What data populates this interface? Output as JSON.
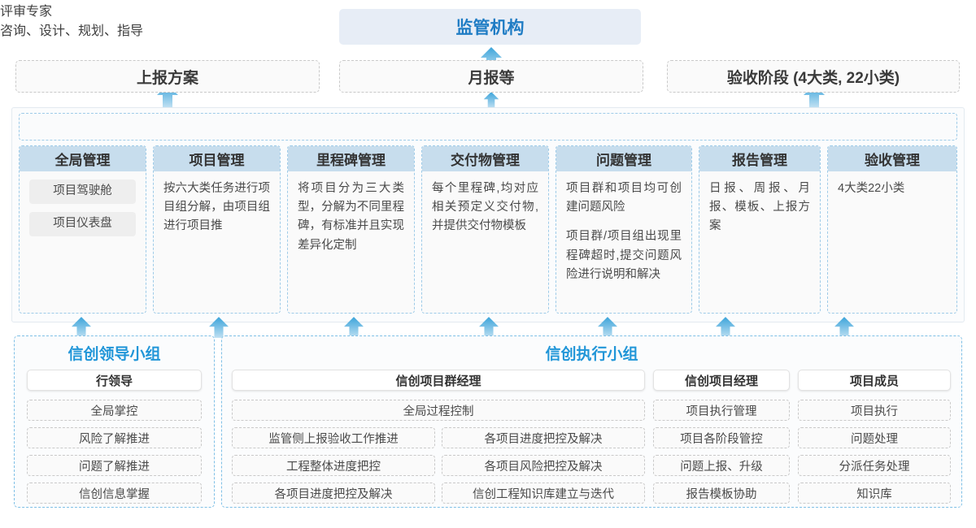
{
  "top": {
    "regulator": "监管机构",
    "channels": [
      {
        "label": "上报方案"
      },
      {
        "label": "月报等"
      },
      {
        "label": "验收阶段 (4大类, 22小类)"
      }
    ]
  },
  "middle": {
    "left_label": "评审专家",
    "right_label": "咨询、设计、规划、指导",
    "columns": [
      {
        "title": "全局管理",
        "chips": [
          "项目驾驶舱",
          "项目仪表盘"
        ],
        "paragraphs": []
      },
      {
        "title": "项目管理",
        "chips": [],
        "paragraphs": [
          "按六大类任务进行项目组分解，由项目组进行项目推"
        ]
      },
      {
        "title": "里程碑管理",
        "chips": [],
        "paragraphs": [
          "将项目分为三大类型，分解为不同里程碑，有标准并且实现差异化定制"
        ]
      },
      {
        "title": "交付物管理",
        "chips": [],
        "paragraphs": [
          "每个里程碑,均对应相关预定义交付物,并提供交付物模板"
        ]
      },
      {
        "title": "问题管理",
        "chips": [],
        "paragraphs": [
          "项目群和项目均可创建问题风险",
          "项目群/项目组出现里程碑超时,提交问题风险进行说明和解决"
        ]
      },
      {
        "title": "报告管理",
        "chips": [],
        "paragraphs": [
          "日报、周报、月报、模板、上报方案"
        ]
      },
      {
        "title": "验收管理",
        "chips": [],
        "paragraphs": [
          "4大类22小类"
        ]
      }
    ]
  },
  "bottom": {
    "groups": [
      {
        "title": "信创领导小组",
        "title_align": "center",
        "roles": [
          {
            "head": "行领导",
            "duties": [
              "全局掌控",
              "风险了解推进",
              "问题了解推进",
              "信创信息掌握"
            ]
          }
        ]
      },
      {
        "title": "信创执行小组",
        "title_align": "center",
        "roles": [
          {
            "head": "信创项目群经理",
            "wide": true,
            "full_duty": "全局过程控制",
            "duties_left": [
              "监管侧上报验收工作推进",
              "工程整体进度把控",
              "各项目进度把控及解决"
            ],
            "duties_right": [
              "各项目进度把控及解决",
              "各项目风险把控及解决",
              "信创工程知识库建立与迭代"
            ]
          },
          {
            "head": "信创项目经理",
            "duties": [
              "项目执行管理",
              "项目各阶段管控",
              "问题上报、升级",
              "报告模板协助"
            ]
          },
          {
            "head": "项目成员",
            "duties": [
              "项目执行",
              "问题处理",
              "分派任务处理",
              "知识库"
            ]
          }
        ]
      }
    ]
  },
  "colors": {
    "accent_blue": "#2196d8",
    "regulator_bg": "#e7edf6",
    "col_head_bg": "#c7dded",
    "arrow": "#4aaee0",
    "dash_border": "#9ecbe8"
  }
}
